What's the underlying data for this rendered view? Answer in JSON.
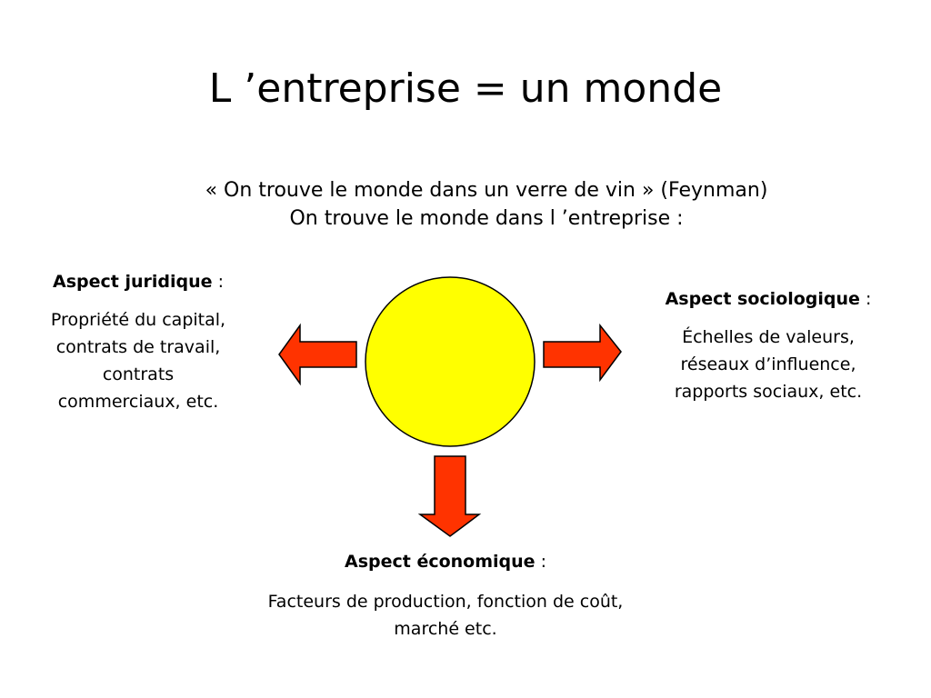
{
  "title": "L ’entreprise = un monde",
  "subtitle": {
    "line1": "« On trouve le monde dans un verre de vin » (Feynman)",
    "line2": "On trouve le monde dans l ’entreprise :"
  },
  "aspects": {
    "juridique": {
      "label": "Aspect juridique",
      "colon": " :",
      "lines": [
        "Propriété du capital,",
        "contrats de travail,",
        "contrats",
        "commerciaux, etc."
      ]
    },
    "sociologique": {
      "label": "Aspect sociologique",
      "colon": " :",
      "lines": [
        "Échelles de valeurs,",
        "réseaux d’influence,",
        "rapports sociaux, etc."
      ]
    },
    "economique": {
      "label": "Aspect économique",
      "colon": " :",
      "lines": [
        "Facteurs de production, fonction de coût,",
        "marché etc."
      ]
    }
  },
  "colors": {
    "circle_fill": "#FFFF00",
    "arrow_fill": "#FF3300",
    "outline": "#000000"
  }
}
